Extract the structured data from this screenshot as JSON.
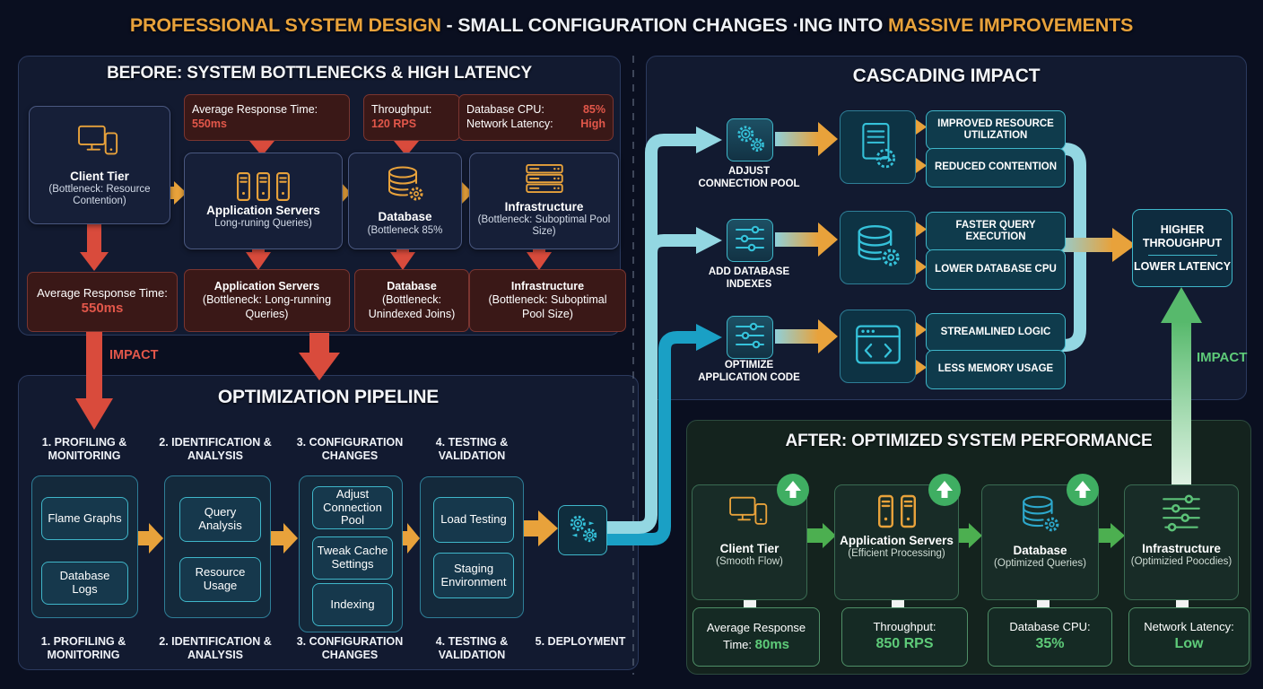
{
  "title": {
    "lead": "PROFESSIONAL SYSTEM DESIGN",
    "middle": " - SMALL CONFIGURATION CHANGES ·ING INTO ",
    "tail": "MASSIVE IMPROVEMENTS"
  },
  "before": {
    "heading": "BEFORE: SYSTEM BOTTLENECKS & HIGH LATENCY",
    "metric_response": {
      "label": "Average Response Time:",
      "value": "550ms"
    },
    "metric_throughput": {
      "label": "Throughput:",
      "value": "120 RPS"
    },
    "metric_combo": {
      "cpu_label": "Database CPU:",
      "cpu_value": "85%",
      "latency_label": "Network Latency:",
      "latency_value": "High"
    },
    "nodes": [
      {
        "title": "Client Tier",
        "subtitle": "(Bottleneck: Resource Contention)"
      },
      {
        "title": "Application Servers",
        "subtitle": "Long-runing Queries)"
      },
      {
        "title": "Database",
        "subtitle": "(Bottleneck 85%"
      },
      {
        "title": "Infrastructure",
        "subtitle": "(Bottleneck: Suboptimal Pool Size)"
      }
    ],
    "bottlenecks": [
      {
        "label": "Average Response Time:",
        "value": "550ms"
      },
      {
        "title": "Application Servers",
        "subtitle": "(Bottleneck: Long-running Queries)"
      },
      {
        "title": "Database",
        "subtitle": "(Bottleneck: Unindexed Joins)"
      },
      {
        "title": "Infrastructure",
        "subtitle": "(Bottleneck: Suboptimal Pool Size)"
      }
    ],
    "impact_label": "IMPACT"
  },
  "pipeline": {
    "heading": "OPTIMIZATION PIPELINE",
    "steps_top": [
      "1. PROFILING & MONITORING",
      "2. IDENTIFICATION & ANALYSIS",
      "3. CONFIGURATION CHANGES",
      "4. TESTING & VALIDATION"
    ],
    "steps_bottom": [
      "1. PROFILING & MONITORING",
      "2. IDENTIFICATION & ANALYSIS",
      "3. CONFIGURATION CHANGES",
      "4. TESTING & VALIDATION",
      "5. DEPLOYMENT"
    ],
    "groups": [
      {
        "items": [
          "Flame Graphs",
          "Database Logs"
        ]
      },
      {
        "items": [
          "Query Analysis",
          "Resource Usage"
        ]
      },
      {
        "items": [
          "Adjust Connection Pool",
          "Tweak Cache Settings",
          "Indexing"
        ]
      },
      {
        "items": [
          "Load Testing",
          "Staging Environment"
        ]
      }
    ]
  },
  "cascading": {
    "heading": "CASCADING IMPACT",
    "rows": [
      {
        "action": "ADJUST CONNECTION POOL",
        "results": [
          "IMPROVED RESOURCE UTILIZATION",
          "REDUCED CONTENTION"
        ]
      },
      {
        "action": "ADD DATABASE INDEXES",
        "results": [
          "FASTER QUERY EXECUTION",
          "LOWER DATABASE CPU"
        ]
      },
      {
        "action": "OPTIMIZE APPLICATION CODE",
        "results": [
          "STREAMLINED LOGIC",
          "LESS MEMORY USAGE"
        ]
      }
    ],
    "outcome": {
      "line1": "HIGHER THROUGHPUT",
      "line2": "LOWER LATENCY"
    },
    "impact_label": "IMPACT"
  },
  "after": {
    "heading": "AFTER: OPTIMIZED SYSTEM PERFORMANCE",
    "nodes": [
      {
        "title": "Client Tier",
        "subtitle": "(Smooth Flow)"
      },
      {
        "title": "Application Servers",
        "subtitle": "(Efficient Processing)"
      },
      {
        "title": "Database",
        "subtitle": "(Optimized Queries)"
      },
      {
        "title": "Infrastructure",
        "subtitle": "(Optimizied Poocdies)"
      }
    ],
    "metrics": [
      {
        "label": "Average Response Time:",
        "value": "80ms"
      },
      {
        "label": "Throughput:",
        "value": "850 RPS"
      },
      {
        "label": "Database CPU:",
        "value": "35%"
      },
      {
        "label": "Network Latency:",
        "value": "Low"
      }
    ]
  },
  "icons": [
    "client-devices-icon",
    "app-servers-icon",
    "database-gear-icon",
    "server-rack-icon",
    "gears-icon",
    "sliders-icon",
    "document-sync-icon",
    "code-window-icon",
    "deploy-gears-icon",
    "upgrade-badge-icon"
  ],
  "colors": {
    "bg": "#0a0f20",
    "panel-bg": "#121a30",
    "panel-border": "#2b3a5e",
    "after-bg": "#14231e",
    "after-border": "#2c4a3e",
    "orange": "#e8a23b",
    "red": "#d94b3c",
    "red-text": "#e2574a",
    "dark-red-bg": "#3a1817",
    "dark-red-border": "#7a3530",
    "node-bg": "#161f38",
    "node-border": "#4a5880",
    "pipe-group-bg": "#14293b",
    "teal-box-bg": "#16384c",
    "teal-border": "#3fb6c9",
    "teal-mid": "#2e7e97",
    "cyan-icon": "#35c2da",
    "pipe-light": "#93d7e2",
    "pipe-dark": "#1aa0c5",
    "green": "#4caf50",
    "green-badge": "#3fae62",
    "green-text": "#5ecb79",
    "after-node-bg": "#182c27",
    "after-node-border": "#3a6b52",
    "after-metric-border": "#4f8f67",
    "white-arrow": "#f2f2f2",
    "divider": "#5a6478"
  }
}
